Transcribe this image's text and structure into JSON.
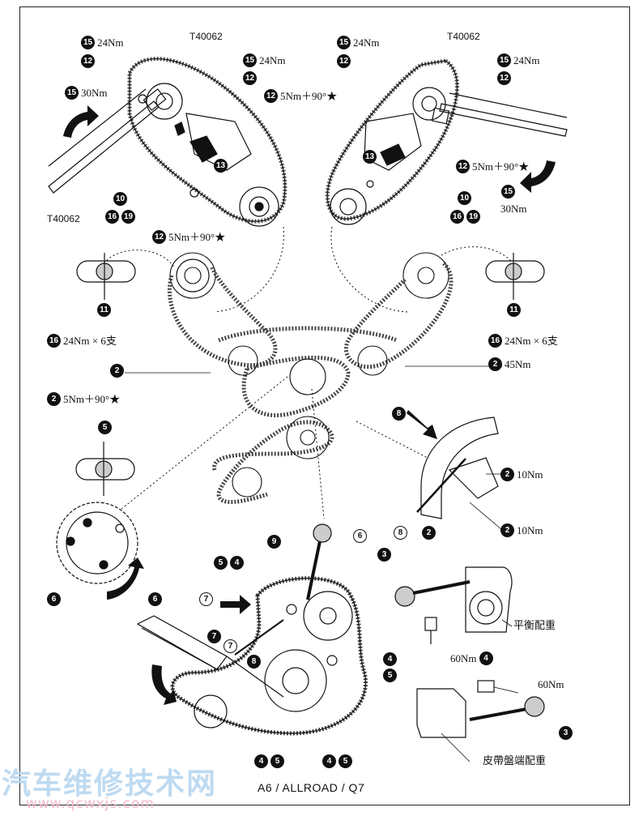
{
  "colors": {
    "ink": "#111111",
    "watermark_main": "#b7d6f0",
    "watermark_url": "#f2b9c9"
  },
  "footer": {
    "model": "A6 / ALLROAD / Q7"
  },
  "watermark": {
    "main": "汽车维修技术网",
    "url": "www.qcwxjs.com"
  },
  "callouts": {
    "l_15_top": {
      "n": "15",
      "t": "24Nm"
    },
    "l_12_top": {
      "n": "12",
      "t": ""
    },
    "l_tool_top": {
      "t": "T40062"
    },
    "l_15_b": {
      "n": "15",
      "t": "24Nm"
    },
    "l_12_b": {
      "n": "12",
      "t": ""
    },
    "l_15_30": {
      "n": "15",
      "t": "30Nm"
    },
    "l_12_5nm": {
      "n": "12",
      "t": "5Nm＋90°★"
    },
    "l_13": {
      "n": "13",
      "t": ""
    },
    "l_10": {
      "n": "10",
      "t": ""
    },
    "l_16": {
      "n": "16",
      "t": ""
    },
    "l_19": {
      "n": "19",
      "t": ""
    },
    "l_12_bot": {
      "n": "12",
      "t": "5Nm＋90°★"
    },
    "l_tool_left": {
      "t": "T40062"
    },
    "r_15_top": {
      "n": "15",
      "t": "24Nm"
    },
    "r_12_top": {
      "n": "12",
      "t": ""
    },
    "r_tool_top": {
      "t": "T40062"
    },
    "r_15_b": {
      "n": "15",
      "t": "24Nm"
    },
    "r_12_b": {
      "n": "12",
      "t": ""
    },
    "r_13": {
      "n": "13",
      "t": ""
    },
    "r_12_5nm": {
      "n": "12",
      "t": "5Nm＋90°★"
    },
    "r_15_30": {
      "n": "15",
      "t": ""
    },
    "r_30nm": {
      "t": "30Nm"
    },
    "r_10": {
      "n": "10",
      "t": ""
    },
    "r_16": {
      "n": "16",
      "t": ""
    },
    "r_19": {
      "n": "19",
      "t": ""
    },
    "c_11_left": {
      "n": "11"
    },
    "c_11_right": {
      "n": "11"
    },
    "c_16_left": {
      "n": "16",
      "t": "24Nm × 6支"
    },
    "c_16_right": {
      "n": "16",
      "t": "24Nm × 6支"
    },
    "c_2_left": {
      "n": "2"
    },
    "c_2_right": {
      "n": "2",
      "t": "45Nm"
    },
    "c_2_5nm": {
      "n": "2",
      "t": "5Nm＋90°★"
    },
    "c_5_left": {
      "n": "5"
    },
    "c_8_top": {
      "n": "8"
    },
    "c_2_10a": {
      "n": "2",
      "t": "10Nm"
    },
    "c_2_10b": {
      "n": "2",
      "t": "10Nm"
    },
    "c_8_out": {
      "n": "8"
    },
    "c_2_small": {
      "n": "2"
    },
    "c_9": {
      "n": "9"
    },
    "c_6_out": {
      "n": "6"
    },
    "c_3_top": {
      "n": "3"
    },
    "c_6_left": {
      "n": "6"
    },
    "c_6_arrow": {
      "n": "6"
    },
    "c_54_top": {
      "n1": "5",
      "n2": "4"
    },
    "c_7_out": {
      "n": "7"
    },
    "c_7_b": {
      "n": "7"
    },
    "c_7_out2": {
      "n": "7"
    },
    "c_8_b": {
      "n": "8"
    },
    "c_4_r": {
      "n": "4"
    },
    "c_5_r": {
      "n": "5"
    },
    "c_45_a": {
      "n1": "4",
      "n2": "5"
    },
    "c_45_b": {
      "n1": "4",
      "n2": "5"
    },
    "balance": {
      "t": "平衡配重"
    },
    "c_60_4": {
      "t": "60Nm",
      "n": "4"
    },
    "c_60": {
      "t": "60Nm"
    },
    "c_3_bot": {
      "n": "3"
    },
    "pulley": {
      "t": "皮帶盤端配重"
    }
  }
}
